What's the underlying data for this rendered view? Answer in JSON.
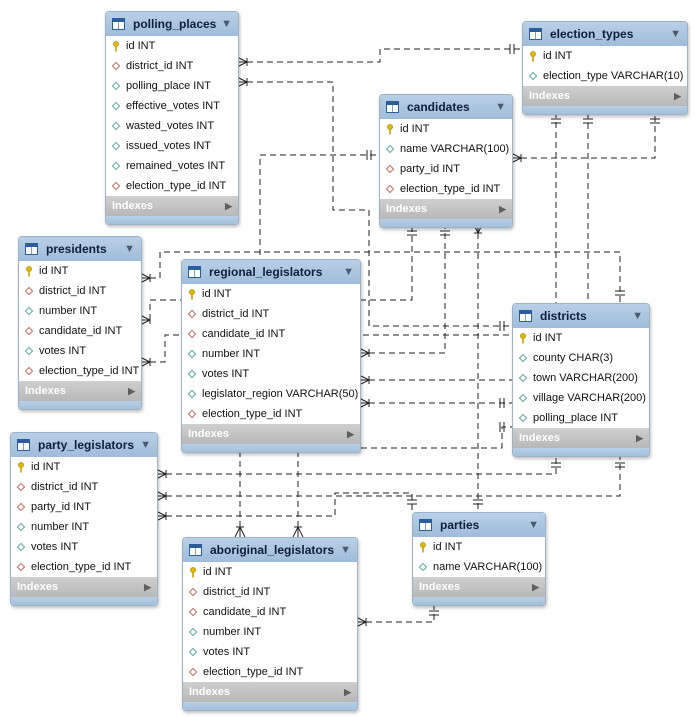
{
  "tables": [
    {
      "id": "polling_places",
      "name": "polling_places",
      "indexes_label": "Indexes",
      "columns": [
        {
          "label": "id INT",
          "icon": "primary-key"
        },
        {
          "label": "district_id INT",
          "icon": "foreign-key"
        },
        {
          "label": "polling_place INT",
          "icon": "column"
        },
        {
          "label": "effective_votes INT",
          "icon": "column"
        },
        {
          "label": "wasted_votes INT",
          "icon": "column"
        },
        {
          "label": "issued_votes INT",
          "icon": "column"
        },
        {
          "label": "remained_votes INT",
          "icon": "column"
        },
        {
          "label": "election_type_id INT",
          "icon": "foreign-key"
        }
      ]
    },
    {
      "id": "election_types",
      "name": "election_types",
      "indexes_label": "Indexes",
      "columns": [
        {
          "label": "id INT",
          "icon": "primary-key"
        },
        {
          "label": "election_type VARCHAR(10)",
          "icon": "column"
        }
      ]
    },
    {
      "id": "candidates",
      "name": "candidates",
      "indexes_label": "Indexes",
      "columns": [
        {
          "label": "id INT",
          "icon": "primary-key"
        },
        {
          "label": "name VARCHAR(100)",
          "icon": "column"
        },
        {
          "label": "party_id INT",
          "icon": "foreign-key"
        },
        {
          "label": "election_type_id INT",
          "icon": "foreign-key"
        }
      ]
    },
    {
      "id": "presidents",
      "name": "presidents",
      "indexes_label": "Indexes",
      "columns": [
        {
          "label": "id INT",
          "icon": "primary-key"
        },
        {
          "label": "district_id INT",
          "icon": "foreign-key"
        },
        {
          "label": "number INT",
          "icon": "column"
        },
        {
          "label": "candidate_id INT",
          "icon": "foreign-key"
        },
        {
          "label": "votes INT",
          "icon": "column"
        },
        {
          "label": "election_type_id INT",
          "icon": "foreign-key"
        }
      ]
    },
    {
      "id": "regional_legislators",
      "name": "regional_legislators",
      "indexes_label": "Indexes",
      "columns": [
        {
          "label": "id INT",
          "icon": "primary-key"
        },
        {
          "label": "district_id INT",
          "icon": "foreign-key"
        },
        {
          "label": "candidate_id INT",
          "icon": "foreign-key"
        },
        {
          "label": "number INT",
          "icon": "column"
        },
        {
          "label": "votes INT",
          "icon": "column"
        },
        {
          "label": "legislator_region VARCHAR(50)",
          "icon": "column"
        },
        {
          "label": "election_type_id INT",
          "icon": "foreign-key"
        }
      ]
    },
    {
      "id": "districts",
      "name": "districts",
      "indexes_label": "Indexes",
      "columns": [
        {
          "label": "id INT",
          "icon": "primary-key"
        },
        {
          "label": "county CHAR(3)",
          "icon": "column"
        },
        {
          "label": "town VARCHAR(200)",
          "icon": "column"
        },
        {
          "label": "village VARCHAR(200)",
          "icon": "column"
        },
        {
          "label": "polling_place INT",
          "icon": "column"
        }
      ]
    },
    {
      "id": "party_legislators",
      "name": "party_legislators",
      "indexes_label": "Indexes",
      "columns": [
        {
          "label": "id INT",
          "icon": "primary-key"
        },
        {
          "label": "district_id INT",
          "icon": "foreign-key"
        },
        {
          "label": "party_id INT",
          "icon": "foreign-key"
        },
        {
          "label": "number INT",
          "icon": "column"
        },
        {
          "label": "votes INT",
          "icon": "column"
        },
        {
          "label": "election_type_id INT",
          "icon": "foreign-key"
        }
      ]
    },
    {
      "id": "parties",
      "name": "parties",
      "indexes_label": "Indexes",
      "columns": [
        {
          "label": "id INT",
          "icon": "primary-key"
        },
        {
          "label": "name VARCHAR(100)",
          "icon": "column"
        }
      ]
    },
    {
      "id": "aboriginal_legislators",
      "name": "aboriginal_legislators",
      "indexes_label": "Indexes",
      "columns": [
        {
          "label": "id INT",
          "icon": "primary-key"
        },
        {
          "label": "district_id INT",
          "icon": "foreign-key"
        },
        {
          "label": "candidate_id INT",
          "icon": "foreign-key"
        },
        {
          "label": "number INT",
          "icon": "column"
        },
        {
          "label": "votes INT",
          "icon": "column"
        },
        {
          "label": "election_type_id INT",
          "icon": "foreign-key"
        }
      ]
    }
  ],
  "relationships": [
    {
      "from": "polling_places",
      "to": "districts"
    },
    {
      "from": "polling_places",
      "to": "election_types"
    },
    {
      "from": "candidates",
      "to": "parties"
    },
    {
      "from": "candidates",
      "to": "election_types"
    },
    {
      "from": "presidents",
      "to": "districts"
    },
    {
      "from": "presidents",
      "to": "candidates"
    },
    {
      "from": "presidents",
      "to": "election_types"
    },
    {
      "from": "regional_legislators",
      "to": "districts"
    },
    {
      "from": "regional_legislators",
      "to": "candidates"
    },
    {
      "from": "regional_legislators",
      "to": "election_types"
    },
    {
      "from": "party_legislators",
      "to": "districts"
    },
    {
      "from": "party_legislators",
      "to": "parties"
    },
    {
      "from": "party_legislators",
      "to": "election_types"
    },
    {
      "from": "aboriginal_legislators",
      "to": "districts"
    },
    {
      "from": "aboriginal_legislators",
      "to": "candidates"
    },
    {
      "from": "aboriginal_legislators",
      "to": "election_types"
    }
  ],
  "colors": {
    "header": "#a9c6e2",
    "connector": "#222222",
    "index_bar": "#c4c4c4",
    "primary_key": "#e2b800",
    "column_icon": "#5aa7a0",
    "foreign_key_icon": "#c26a5a"
  }
}
